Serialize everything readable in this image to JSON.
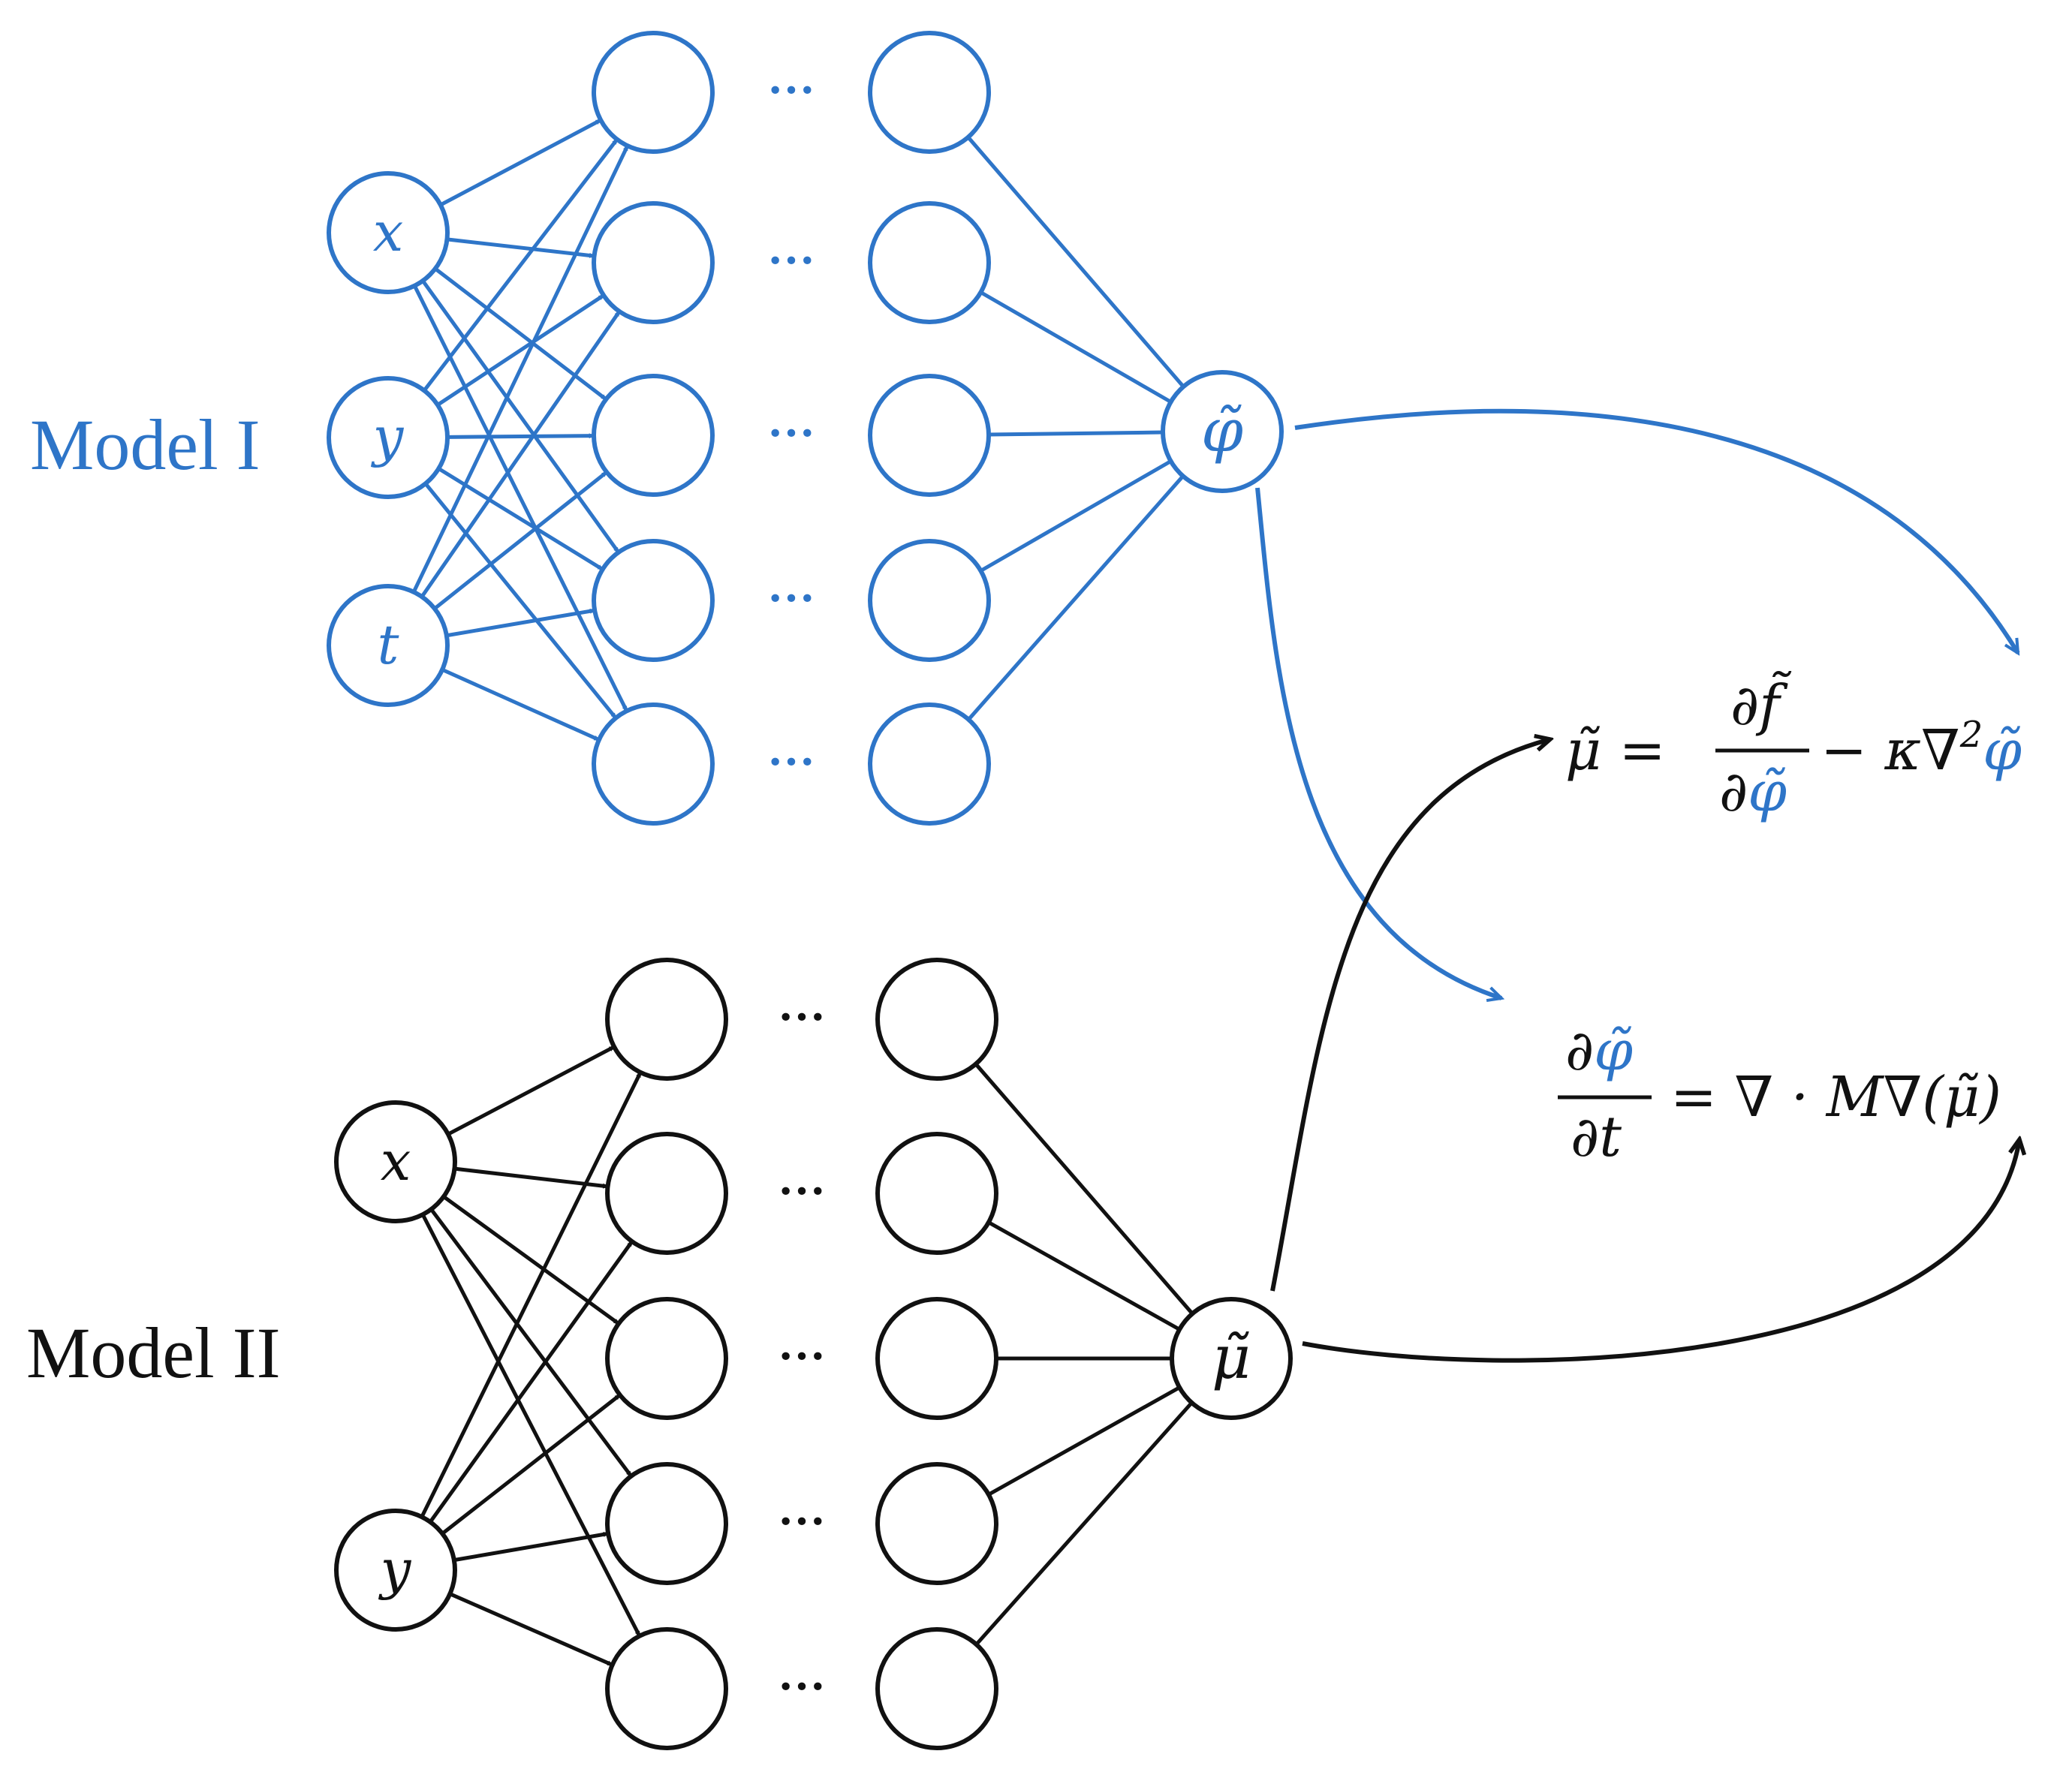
{
  "colors": {
    "model1": "#2E75C8",
    "model2": "#111111",
    "background": "#ffffff"
  },
  "model1": {
    "label": "Model I",
    "inputs": [
      "x",
      "y",
      "t"
    ],
    "ellipsis": "···",
    "output": "φ̃"
  },
  "model2": {
    "label": "Model II",
    "inputs": [
      "x",
      "y"
    ],
    "ellipsis": "···",
    "output": "μ̃"
  },
  "equations": {
    "chem_potential": {
      "lhs": "μ̃ =",
      "num": "∂f̃",
      "den_prefix": "∂",
      "den_phi": "φ̃",
      "rest": "− κ∇",
      "sup": "2",
      "phi": "φ̃"
    },
    "cahn_hilliard": {
      "num_prefix": "∂",
      "num_phi": "φ̃",
      "den": "∂t",
      "rhs": "=  ∇ · M∇(μ̃)"
    }
  }
}
